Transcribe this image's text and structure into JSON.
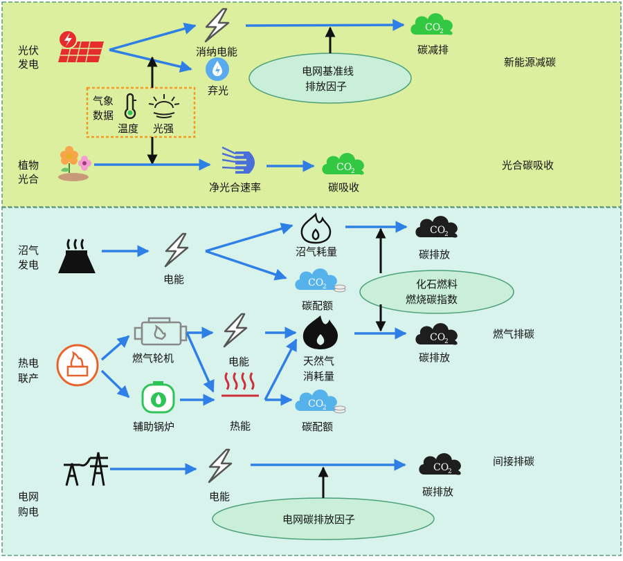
{
  "colors": {
    "top_bg": "#dcef9e",
    "bottom_bg": "#d8f2ec",
    "border": "#5a9a7c",
    "arrow_blue": "#2e7fe6",
    "arrow_black": "#111111",
    "ellipse_fill": "#c9efd9",
    "ellipse_stroke": "#4aa078",
    "cloud_green": "#33c842",
    "cloud_black": "#1e1e1e",
    "cloud_blue": "#56b2ea",
    "dashed_box": "#f29a1f",
    "solar_red": "#e52d2d",
    "chp_orange": "#e9622c",
    "boiler_green": "#2ec458",
    "heat_red": "#cc2f37",
    "rate_blue": "#4a6fd9",
    "gray_icon": "#555555"
  },
  "top": {
    "pv": [
      "光伏",
      "发电"
    ],
    "consume": "消纳电能",
    "curtail": "弃光",
    "weather": [
      "气象",
      "数据"
    ],
    "temperature": "温度",
    "irradiance": "光强",
    "grid_baseline": [
      "电网基准线",
      "排放因子"
    ],
    "reduction": "碳减排",
    "new_energy_label": "新能源减碳",
    "plant": [
      "植物",
      "光合"
    ],
    "net_rate": "净光合速率",
    "absorb": "碳吸收",
    "photo_label": "光合碳吸收"
  },
  "bottom": {
    "biogas": [
      "沼气",
      "发电"
    ],
    "elec1": "电能",
    "biogas_use": "沼气耗量",
    "quota1": "碳配额",
    "emit1": "碳排放",
    "fossil": [
      "化石燃料",
      "燃烧碳指数"
    ],
    "chp": [
      "热电",
      "联产"
    ],
    "turbine": "燃气轮机",
    "boiler": "辅助锅炉",
    "elec2": "电能",
    "heat": "热能",
    "gas_use": [
      "天然气",
      "消耗量"
    ],
    "quota2": "碳配额",
    "emit2": "碳排放",
    "gas_label": "燃气排碳",
    "grid_buy": [
      "电网",
      "购电"
    ],
    "elec3": "电能",
    "grid_factor": "电网碳排放因子",
    "emit3": "碳排放",
    "indirect_label": "间接排碳",
    "co2": "CO",
    "co2_sub": "2"
  }
}
